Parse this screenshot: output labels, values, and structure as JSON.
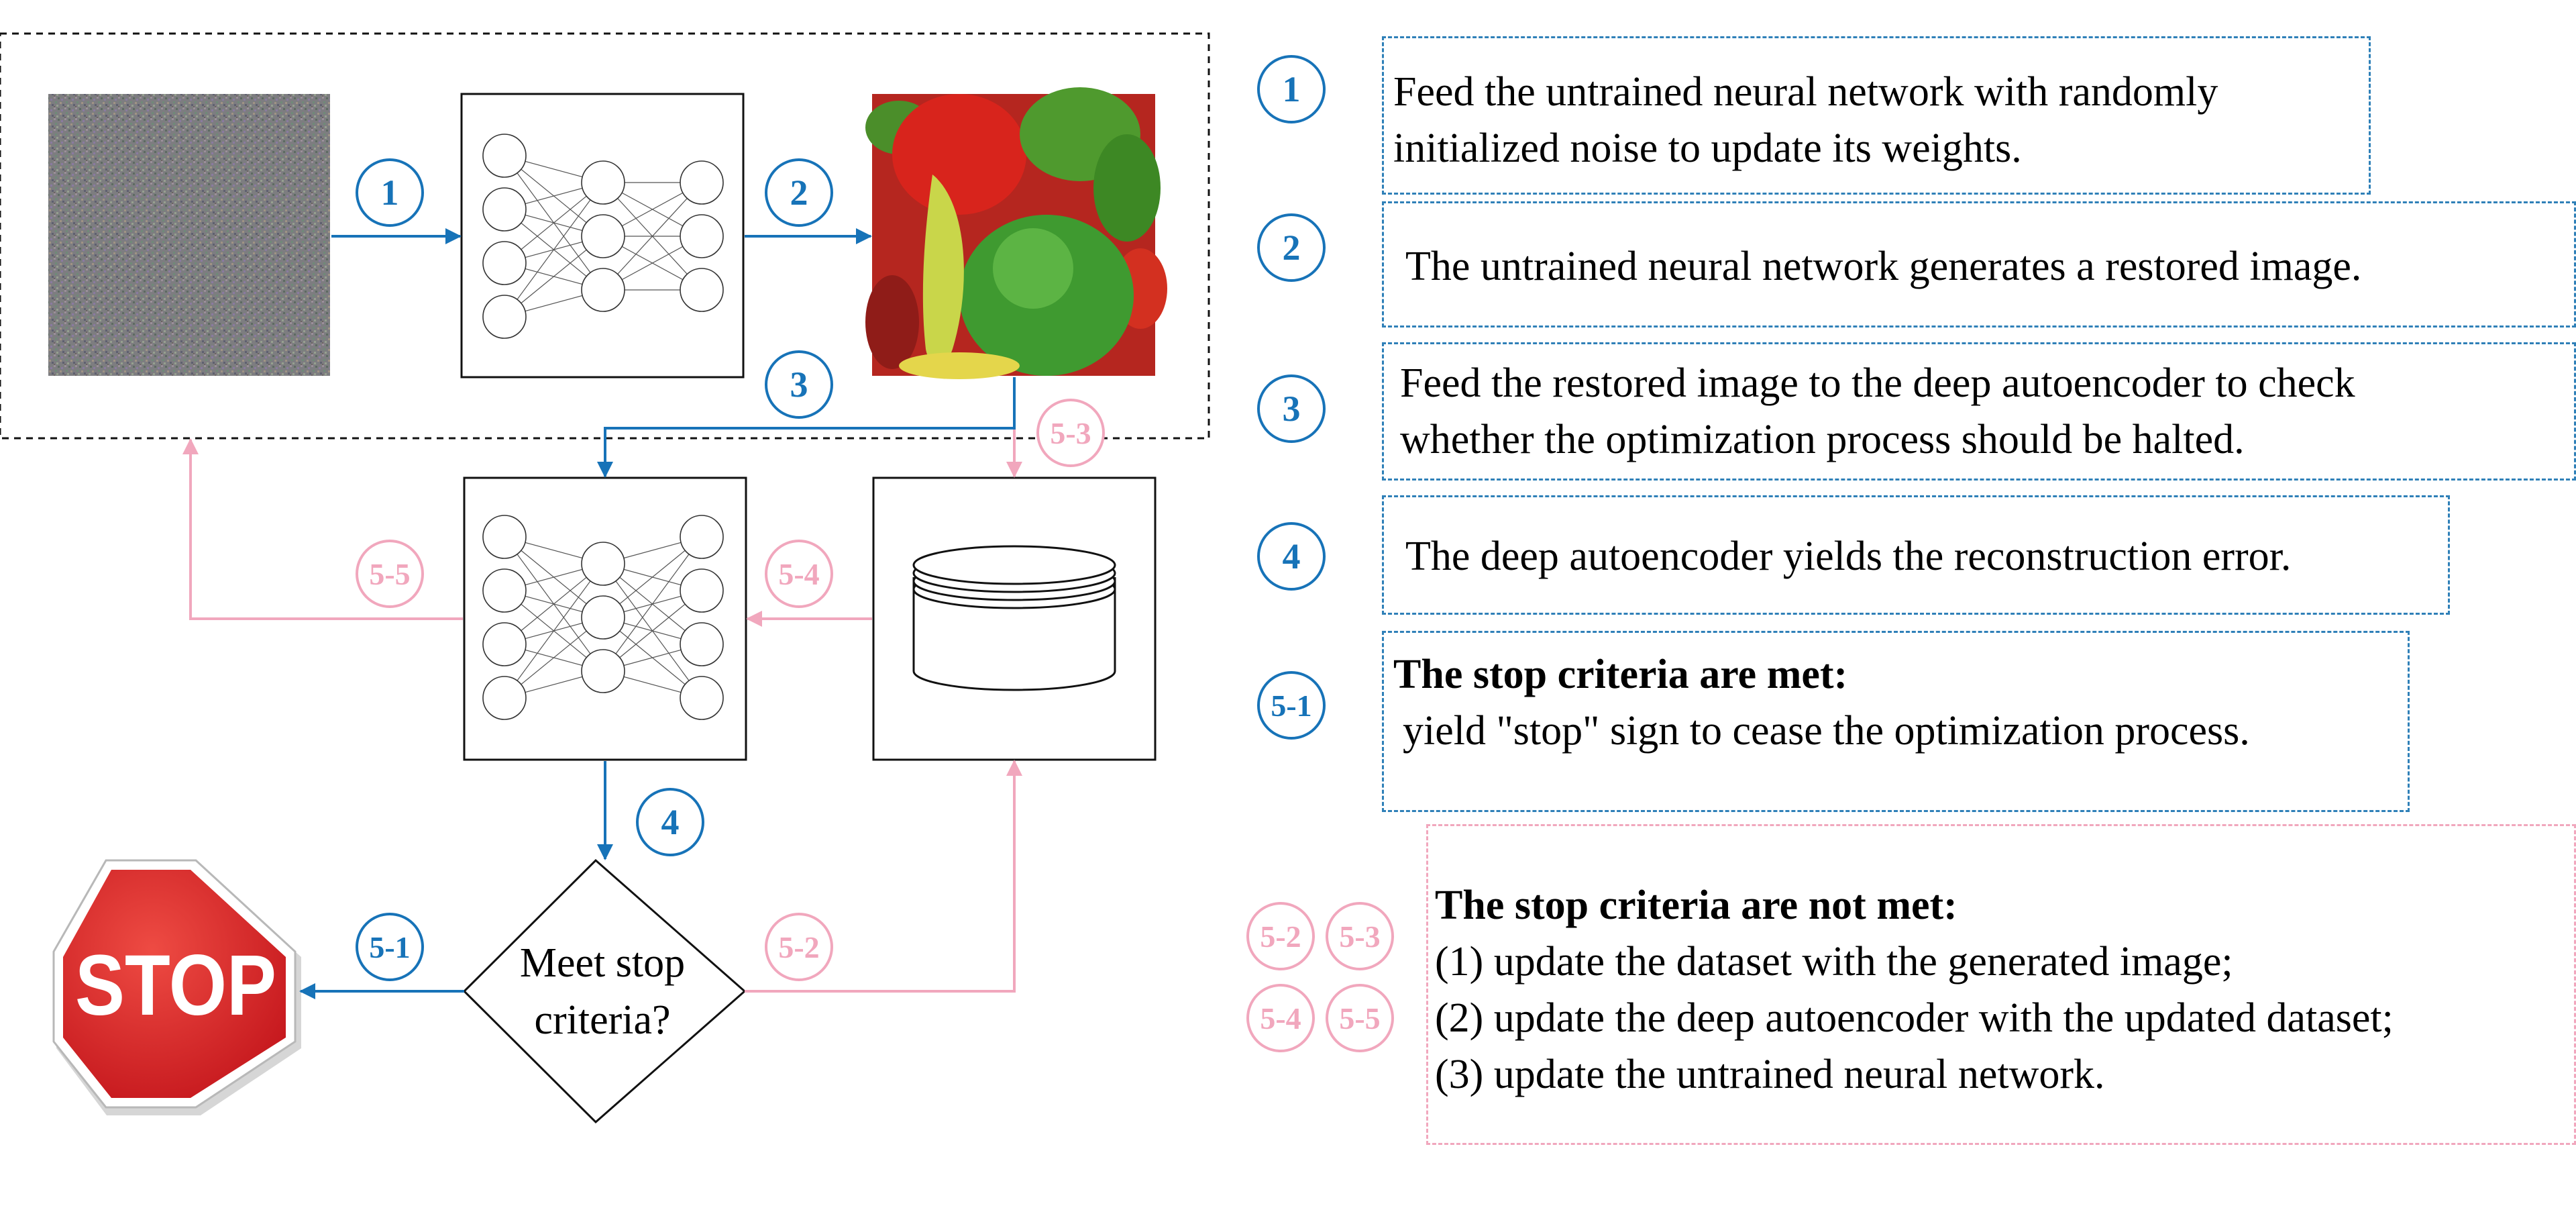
{
  "diagram": {
    "nodes": {
      "decision": {
        "line1": "Meet stop",
        "line2": "criteria?"
      },
      "stop_sign": {
        "text": "STOP"
      }
    },
    "badges": {
      "b1": "1",
      "b2": "2",
      "b3": "3",
      "b4": "4",
      "b5_1": "5-1",
      "b5_2": "5-2",
      "b5_3": "5-3",
      "b5_4": "5-4",
      "b5_5": "5-5"
    }
  },
  "legend": {
    "step1": {
      "badge": "1",
      "line1": "Feed the untrained neural network with randomly",
      "line2": "initialized noise to update its weights."
    },
    "step2": {
      "badge": "2",
      "line1": "The untrained neural network generates a restored image."
    },
    "step3": {
      "badge": "3",
      "line1": "Feed the restored image to the deep autoencoder to check",
      "line2": "whether the optimization process should be halted."
    },
    "step4": {
      "badge": "4",
      "line1": "The deep autoencoder yields the reconstruction error."
    },
    "step5_1": {
      "badge": "5-1",
      "title": "The stop criteria are met:",
      "line1": "yield \"stop\" sign to cease the optimization process."
    },
    "step5_not": {
      "badges": [
        "5-2",
        "5-3",
        "5-4",
        "5-5"
      ],
      "title": "The stop criteria are not met:",
      "items": [
        "(1)  update the dataset with the generated image;",
        "(2) update the deep autoencoder with the updated dataset;",
        "(3) update the untrained neural network."
      ]
    }
  },
  "colors": {
    "blue": "#1773b8",
    "pink": "#f1a7bd",
    "stop_red": "#d9201f"
  },
  "icons": [
    "noise-image",
    "neural-network-icon",
    "pepper-image",
    "autoencoder-icon",
    "dataset-cylinder-icon",
    "stop-sign-icon"
  ]
}
